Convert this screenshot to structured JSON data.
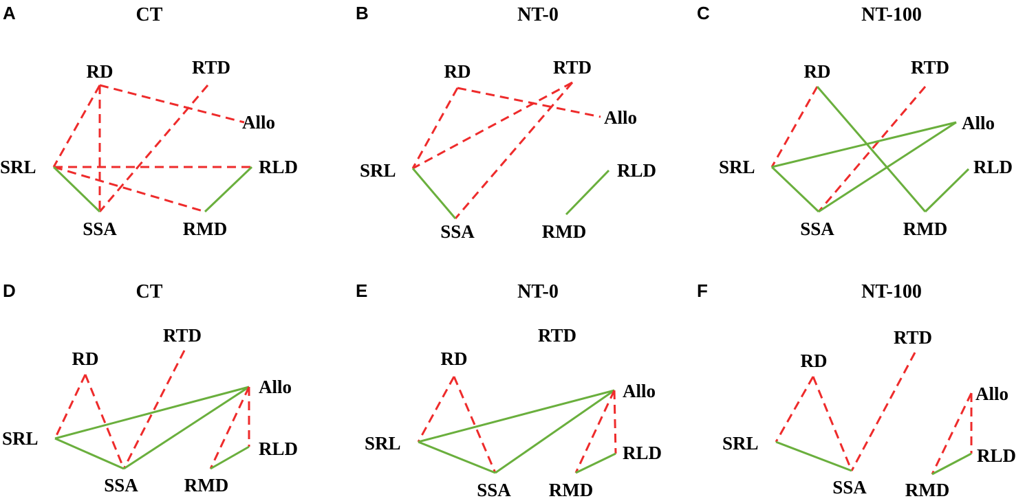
{
  "colors": {
    "positive": "#6aaf3d",
    "negative": "#ee2b2b"
  },
  "legend_semantics": {
    "solid": "positive",
    "dashed": "negative"
  },
  "panels": [
    {
      "letter": "A",
      "title": "CT",
      "nodes": [
        "RD",
        "RTD",
        "Allo",
        "SRL",
        "RLD",
        "SSA",
        "RMD"
      ],
      "edges": [
        {
          "from": "RD",
          "to": "SRL",
          "sign": "negative"
        },
        {
          "from": "RD",
          "to": "SSA",
          "sign": "negative"
        },
        {
          "from": "RD",
          "to": "Allo",
          "sign": "negative"
        },
        {
          "from": "RTD",
          "to": "SSA",
          "sign": "negative"
        },
        {
          "from": "SRL",
          "to": "RLD",
          "sign": "negative"
        },
        {
          "from": "SRL",
          "to": "RMD",
          "sign": "negative"
        },
        {
          "from": "SRL",
          "to": "SSA",
          "sign": "positive"
        },
        {
          "from": "RMD",
          "to": "RLD",
          "sign": "positive"
        }
      ]
    },
    {
      "letter": "B",
      "title": "NT-0",
      "nodes": [
        "RD",
        "RTD",
        "Allo",
        "SRL",
        "RLD",
        "SSA",
        "RMD"
      ],
      "edges": [
        {
          "from": "RD",
          "to": "SRL",
          "sign": "negative"
        },
        {
          "from": "RD",
          "to": "Allo",
          "sign": "negative"
        },
        {
          "from": "RTD",
          "to": "SRL",
          "sign": "negative"
        },
        {
          "from": "RTD",
          "to": "SSA",
          "sign": "negative"
        },
        {
          "from": "SRL",
          "to": "SSA",
          "sign": "positive"
        },
        {
          "from": "RMD",
          "to": "RLD",
          "sign": "positive"
        }
      ]
    },
    {
      "letter": "C",
      "title": "NT-100",
      "nodes": [
        "RD",
        "RTD",
        "Allo",
        "SRL",
        "RLD",
        "SSA",
        "RMD"
      ],
      "edges": [
        {
          "from": "RD",
          "to": "SRL",
          "sign": "negative"
        },
        {
          "from": "RD",
          "to": "RMD",
          "sign": "positive"
        },
        {
          "from": "RTD",
          "to": "SSA",
          "sign": "negative"
        },
        {
          "from": "SRL",
          "to": "Allo",
          "sign": "positive"
        },
        {
          "from": "SRL",
          "to": "SSA",
          "sign": "positive"
        },
        {
          "from": "SSA",
          "to": "Allo",
          "sign": "positive"
        },
        {
          "from": "RMD",
          "to": "RLD",
          "sign": "positive"
        }
      ]
    },
    {
      "letter": "D",
      "title": "CT",
      "nodes": [
        "RD",
        "RTD",
        "Allo",
        "SRL",
        "RLD",
        "SSA",
        "RMD"
      ],
      "edges": [
        {
          "from": "RD",
          "to": "SRL",
          "sign": "negative"
        },
        {
          "from": "RD",
          "to": "SSA",
          "sign": "negative"
        },
        {
          "from": "RTD",
          "to": "SSA",
          "sign": "negative"
        },
        {
          "from": "SRL",
          "to": "Allo",
          "sign": "positive"
        },
        {
          "from": "SRL",
          "to": "SSA",
          "sign": "positive"
        },
        {
          "from": "SSA",
          "to": "Allo",
          "sign": "positive"
        },
        {
          "from": "Allo",
          "to": "RMD",
          "sign": "negative"
        },
        {
          "from": "Allo",
          "to": "RLD",
          "sign": "negative"
        },
        {
          "from": "RMD",
          "to": "RLD",
          "sign": "positive"
        }
      ]
    },
    {
      "letter": "E",
      "title": "NT-0",
      "nodes": [
        "RD",
        "RTD",
        "Allo",
        "SRL",
        "RLD",
        "SSA",
        "RMD"
      ],
      "edges": [
        {
          "from": "RD",
          "to": "SRL",
          "sign": "negative"
        },
        {
          "from": "RD",
          "to": "SSA",
          "sign": "negative"
        },
        {
          "from": "SRL",
          "to": "Allo",
          "sign": "positive"
        },
        {
          "from": "SRL",
          "to": "SSA",
          "sign": "positive"
        },
        {
          "from": "SSA",
          "to": "Allo",
          "sign": "positive"
        },
        {
          "from": "Allo",
          "to": "RMD",
          "sign": "negative"
        },
        {
          "from": "Allo",
          "to": "RLD",
          "sign": "negative"
        },
        {
          "from": "RMD",
          "to": "RLD",
          "sign": "positive"
        }
      ]
    },
    {
      "letter": "F",
      "title": "NT-100",
      "nodes": [
        "RD",
        "RTD",
        "Allo",
        "SRL",
        "RLD",
        "SSA",
        "RMD"
      ],
      "edges": [
        {
          "from": "RD",
          "to": "SRL",
          "sign": "negative"
        },
        {
          "from": "RD",
          "to": "SSA",
          "sign": "negative"
        },
        {
          "from": "RTD",
          "to": "SSA",
          "sign": "negative"
        },
        {
          "from": "SRL",
          "to": "SSA",
          "sign": "positive"
        },
        {
          "from": "Allo",
          "to": "RMD",
          "sign": "negative"
        },
        {
          "from": "Allo",
          "to": "RLD",
          "sign": "negative"
        },
        {
          "from": "RMD",
          "to": "RLD",
          "sign": "positive"
        }
      ]
    }
  ]
}
